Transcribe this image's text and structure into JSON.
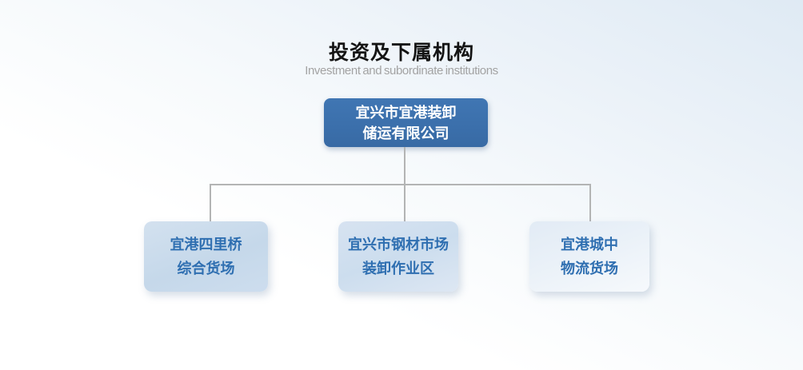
{
  "header": {
    "title": "投资及下属机构",
    "subtitle": "Investment and subordinate institutions"
  },
  "org": {
    "root": {
      "line1": "宜兴市宜港装卸",
      "line2": "储运有限公司"
    },
    "children": [
      {
        "line1": "宜港四里桥",
        "line2": "综合货场"
      },
      {
        "line1": "宜兴市钢材市场",
        "line2": "装卸作业区"
      },
      {
        "line1": "宜港城中",
        "line2": "物流货场"
      }
    ]
  },
  "colors": {
    "page_background_top": "#dfeaf4",
    "page_background_bottom": "#ffffff",
    "title_text": "#141414",
    "subtitle_text": "#a3a3a3",
    "root_box": "#3c70ad",
    "root_text": "#ffffff",
    "child_box_1": "#c6d9ea",
    "child_box_2": "#cfdeee",
    "child_box_3": "#eaf1f8",
    "child_text": "#2f6fb1",
    "connector_line": "#b3b4b4"
  }
}
